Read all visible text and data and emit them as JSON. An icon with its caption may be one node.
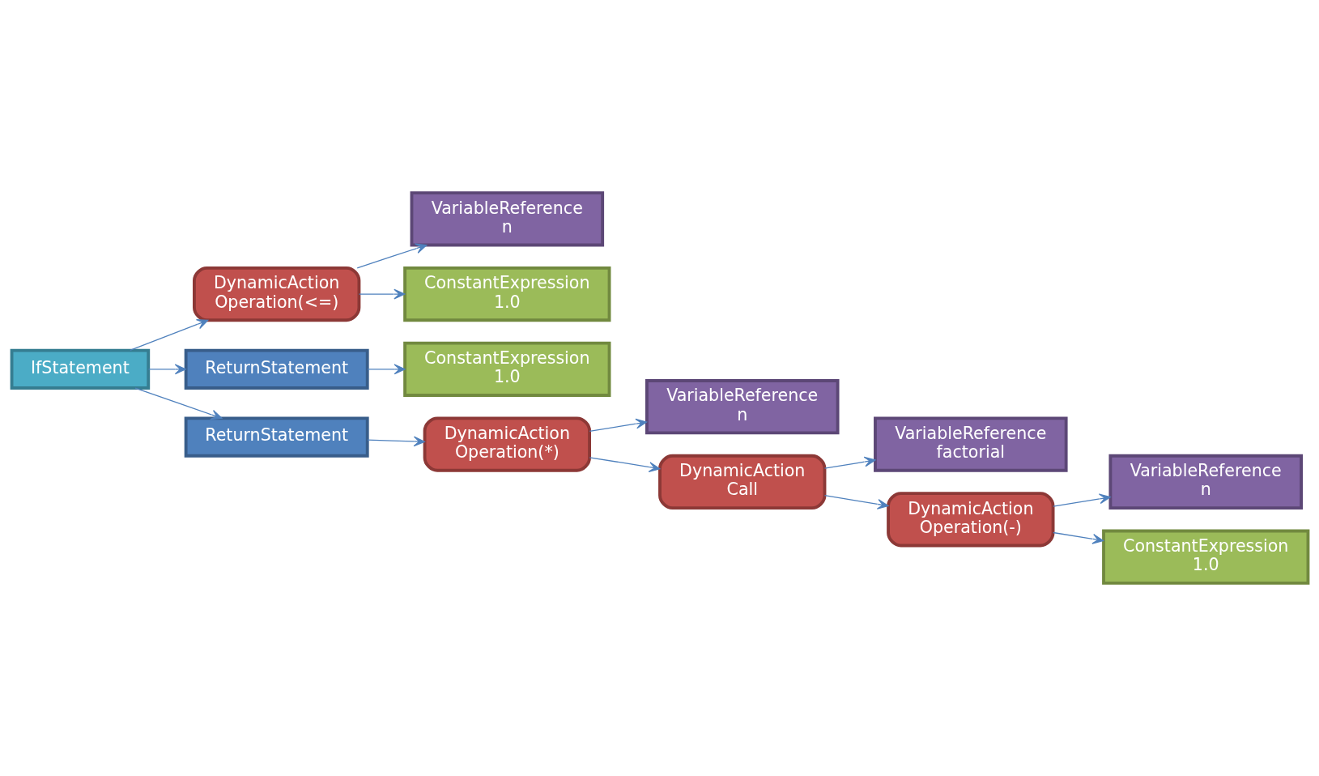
{
  "diagram": {
    "nodes": [
      {
        "text": [
          "IfStatement"
        ]
      },
      {
        "text": [
          "DynamicAction",
          "Operation(<=)"
        ]
      },
      {
        "text": [
          "VariableReference",
          "n"
        ]
      },
      {
        "text": [
          "ConstantExpression",
          "1.0"
        ]
      },
      {
        "text": [
          "ReturnStatement"
        ]
      },
      {
        "text": [
          "ConstantExpression",
          "1.0"
        ]
      },
      {
        "text": [
          "ReturnStatement"
        ]
      },
      {
        "text": [
          "DynamicAction",
          "Operation(*)"
        ]
      },
      {
        "text": [
          "VariableReference",
          "n"
        ]
      },
      {
        "text": [
          "DynamicAction",
          "Call"
        ]
      },
      {
        "text": [
          "VariableReference",
          "factorial"
        ]
      },
      {
        "text": [
          "DynamicAction",
          "Operation(-)"
        ]
      },
      {
        "text": [
          "VariableReference",
          "n"
        ]
      },
      {
        "text": [
          "ConstantExpression",
          "1.0"
        ]
      }
    ],
    "edges": [
      {
        "from": 0,
        "to": 1,
        "arrow": "to"
      },
      {
        "from": 1,
        "to": 2,
        "arrow": "to"
      },
      {
        "from": 1,
        "to": 3,
        "arrow": "to"
      },
      {
        "from": 0,
        "to": 4,
        "arrow": "to"
      },
      {
        "from": 4,
        "to": 5,
        "arrow": "to"
      },
      {
        "from": 0,
        "to": 6,
        "arrow": "to"
      },
      {
        "from": 6,
        "to": 7,
        "arrow": "to"
      },
      {
        "from": 7,
        "to": 8,
        "arrow": "to"
      },
      {
        "from": 7,
        "to": 9,
        "arrow": "to"
      },
      {
        "from": 9,
        "to": 10,
        "arrow": "to"
      },
      {
        "from": 9,
        "to": 11,
        "arrow": "to"
      },
      {
        "from": 11,
        "to": 12,
        "arrow": "to"
      },
      {
        "from": 11,
        "to": 13,
        "arrow": "to"
      }
    ]
  }
}
